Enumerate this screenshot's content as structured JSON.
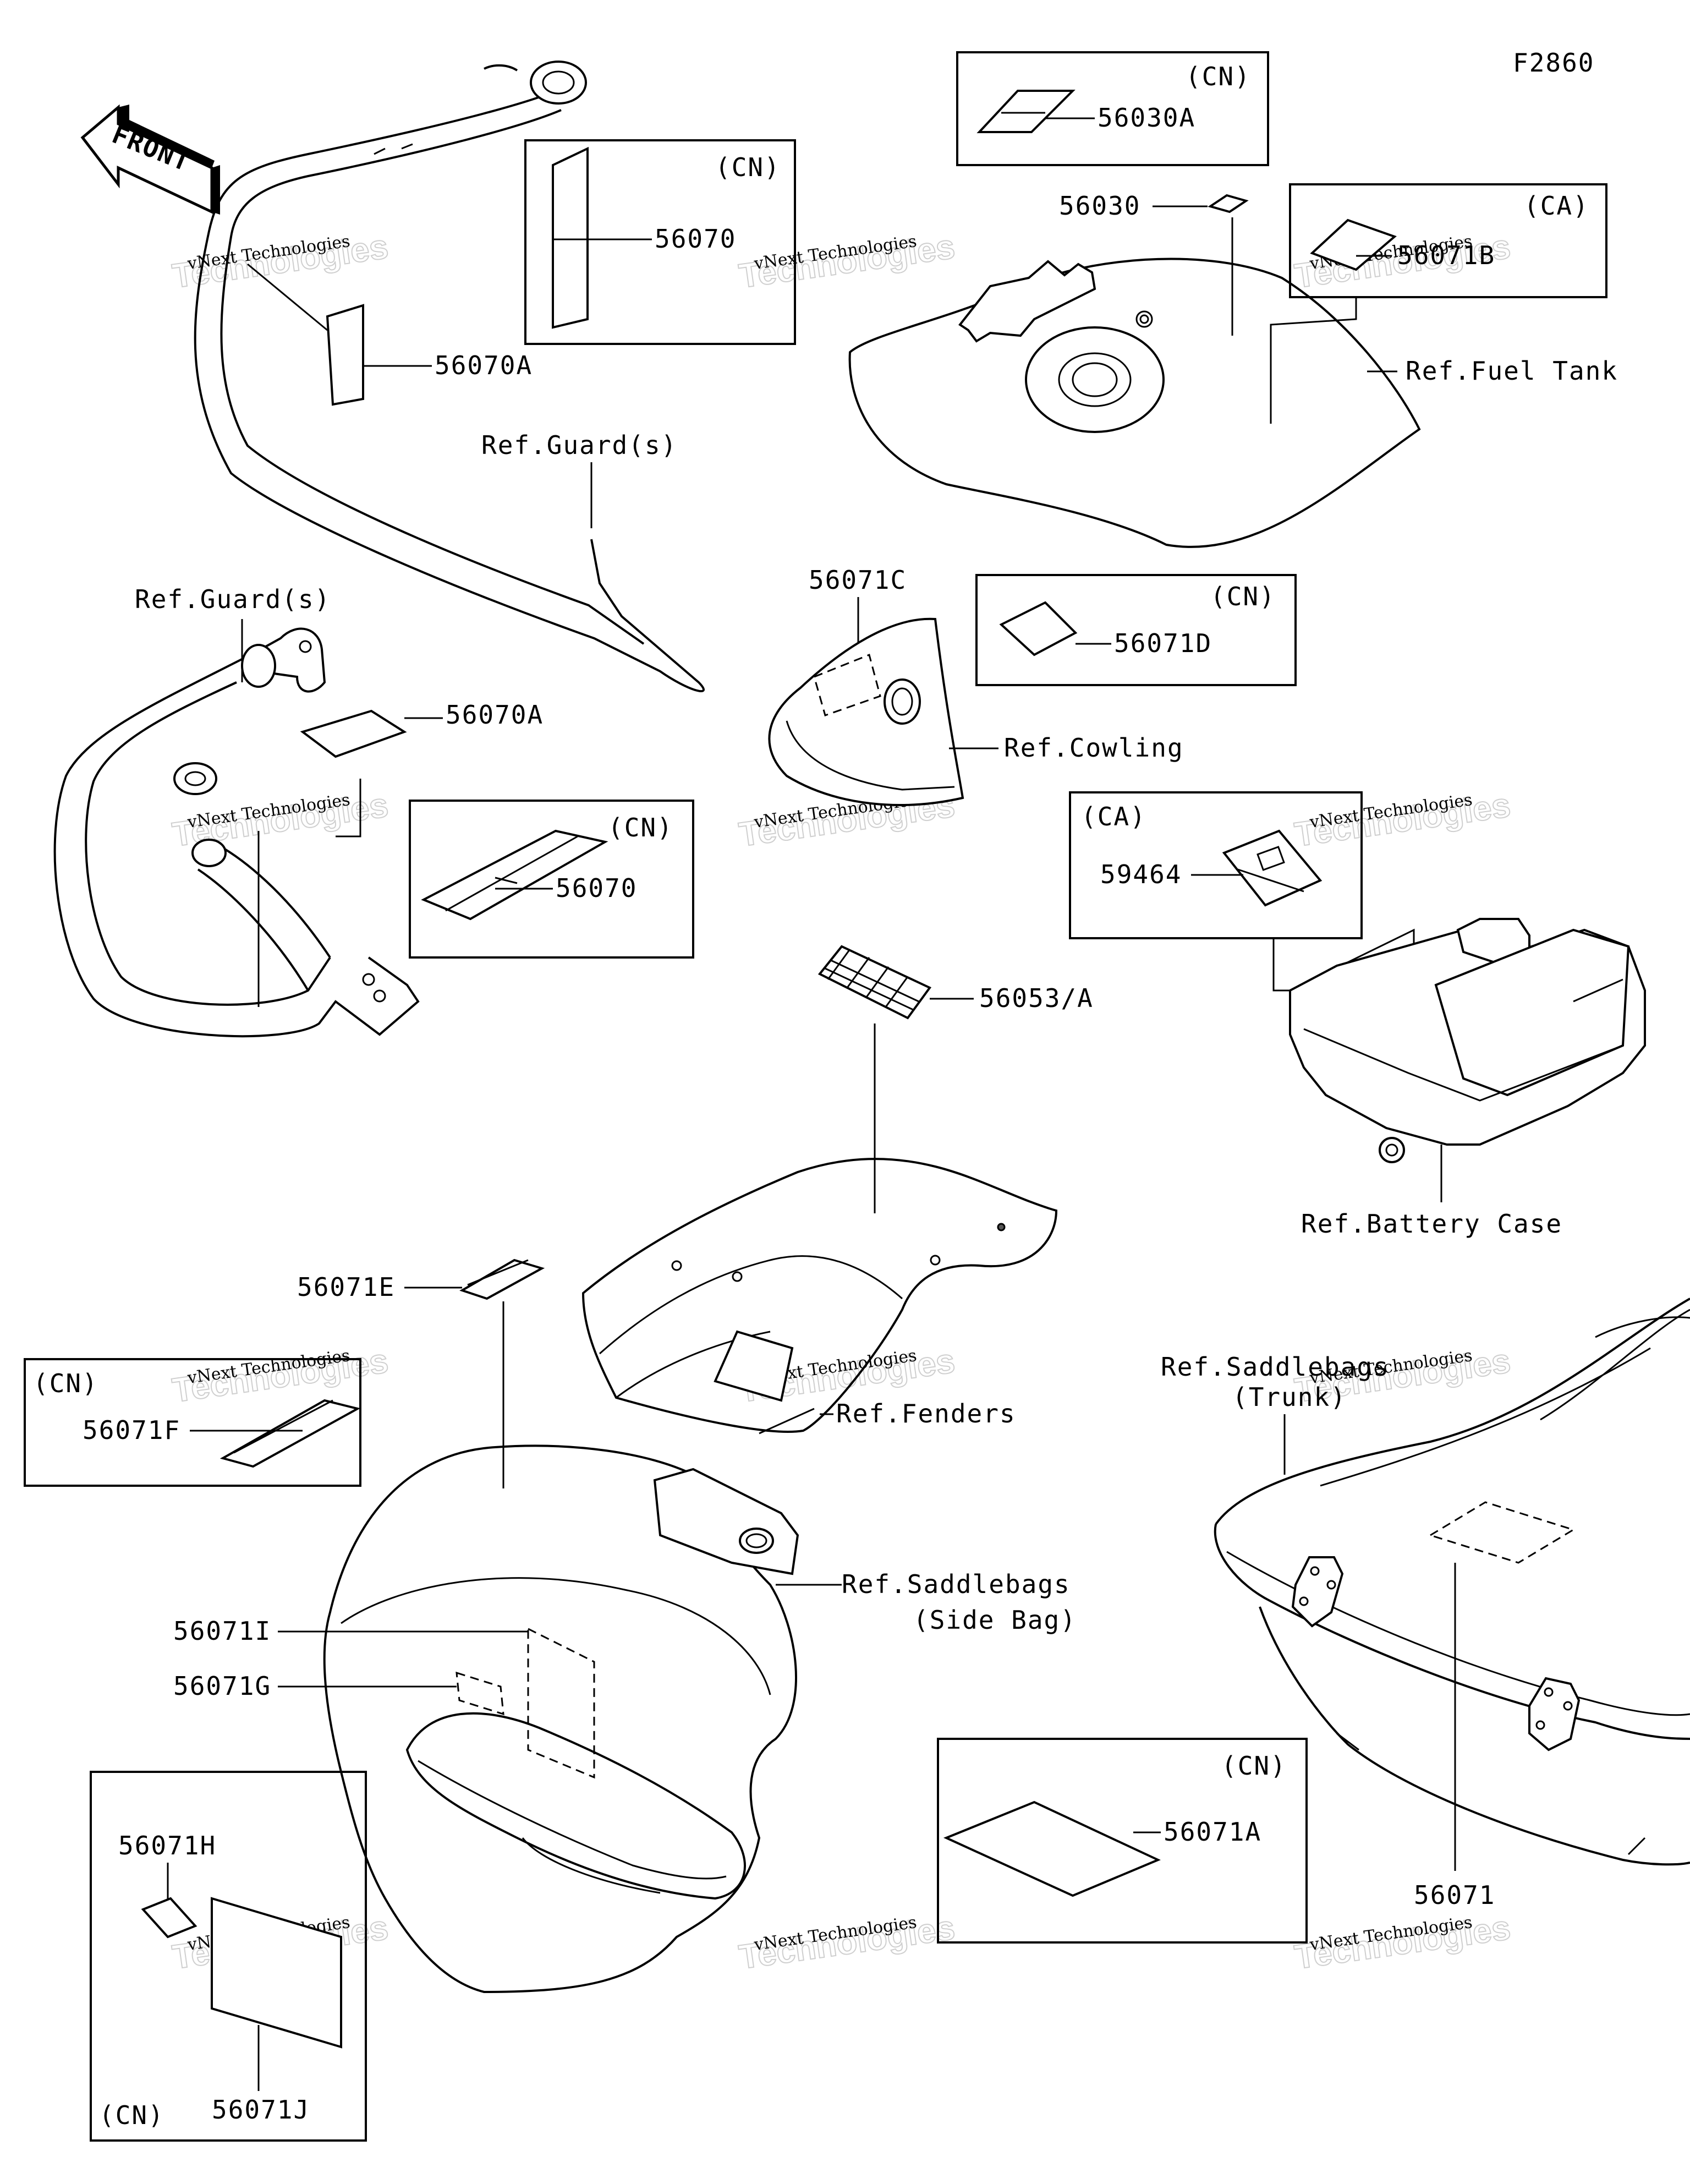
{
  "diagram_code": "F2860",
  "front_arrow": "FRONT",
  "watermark": {
    "line1": "vNext Technologies",
    "line2": "Technologies",
    "line2_prefix": "vNext"
  },
  "regions": {
    "cn": "(CN)",
    "ca": "(CA)"
  },
  "parts": {
    "p56030A": "56030A",
    "p56030": "56030",
    "p56071B": "56071B",
    "p56070": "56070",
    "p56070A": "56070A",
    "p56071C": "56071C",
    "p56071D": "56071D",
    "p59464": "59464",
    "p56053A": "56053/A",
    "p56071E": "56071E",
    "p56071F": "56071F",
    "p56071I": "56071I",
    "p56071G": "56071G",
    "p56071H": "56071H",
    "p56071J": "56071J",
    "p56071A": "56071A",
    "p56071": "56071"
  },
  "refs": {
    "fuel_tank": "Ref.Fuel Tank",
    "guards": "Ref.Guard(s)",
    "cowling": "Ref.Cowling",
    "battery_case": "Ref.Battery Case",
    "fenders": "Ref.Fenders",
    "saddlebags_trunk_1": "Ref.Saddlebags",
    "saddlebags_trunk_2": "(Trunk)",
    "saddlebags_side_1": "Ref.Saddlebags",
    "saddlebags_side_2": "(Side Bag)"
  }
}
